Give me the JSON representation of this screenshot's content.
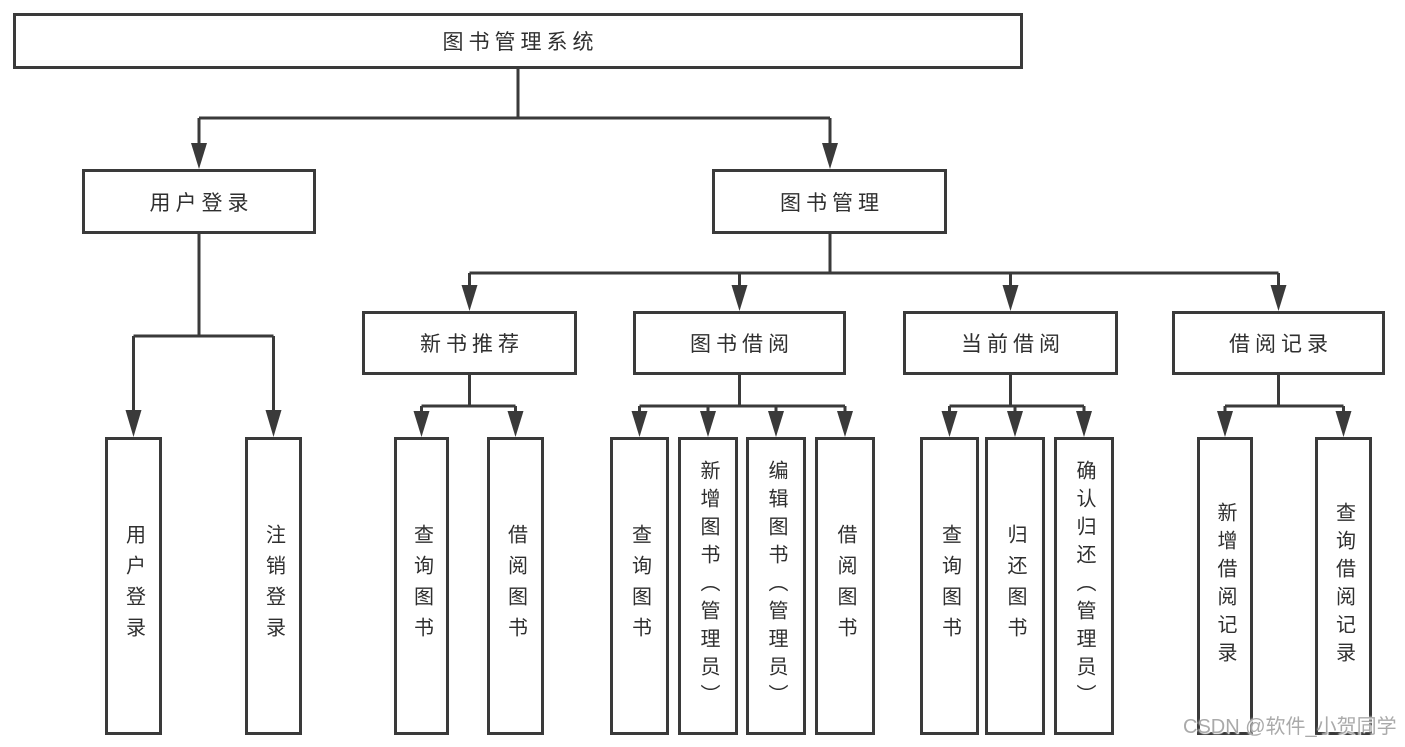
{
  "diagram": {
    "root": "图书管理系统",
    "level2": [
      "用户登录",
      "图书管理"
    ],
    "level3": [
      "新书推荐",
      "图书借阅",
      "当前借阅",
      "借阅记录"
    ],
    "leaves": {
      "user_login": [
        "用户登录",
        "注销登录"
      ],
      "new_book_rec": [
        "查询图书",
        "借阅图书"
      ],
      "book_borrow": [
        "查询图书",
        "新增图书（管理员）",
        "编辑图书（管理员）",
        "借阅图书"
      ],
      "current_borrow": [
        "查询图书",
        "归还图书",
        "确认归还（管理员）"
      ],
      "borrow_records": [
        "新增借阅记录",
        "查询借阅记录"
      ]
    }
  },
  "watermark": "CSDN @软件_小贺同学",
  "colors": {
    "line": "#3a3a3a",
    "text": "#2f2f2f",
    "background": "#ffffff",
    "watermark": "#aaaaaa"
  }
}
